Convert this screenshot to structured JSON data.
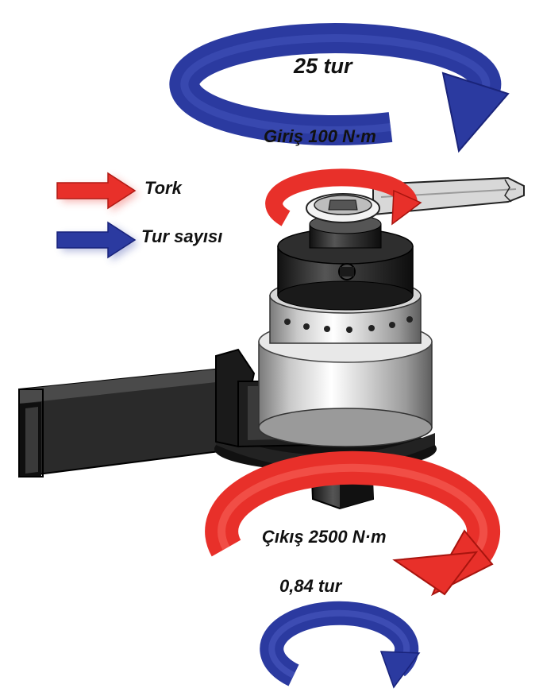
{
  "colors": {
    "torque": "#e8302a",
    "turns": "#2b3aa0",
    "metal_dark": "#1f1f1f",
    "metal_light": "#dcdcdc"
  },
  "legend": {
    "torque_label": "Tork",
    "turns_label": "Tur sayısı"
  },
  "input": {
    "turns_label": "25 tur",
    "torque_label": "Giriş 100 N·m"
  },
  "output": {
    "torque_label": "Çıkış 2500 N·m",
    "turns_label": "0,84 tur"
  },
  "icons": [
    "arrow-right-icon",
    "rotation-arrow-icon",
    "torque-multiplier-icon"
  ]
}
